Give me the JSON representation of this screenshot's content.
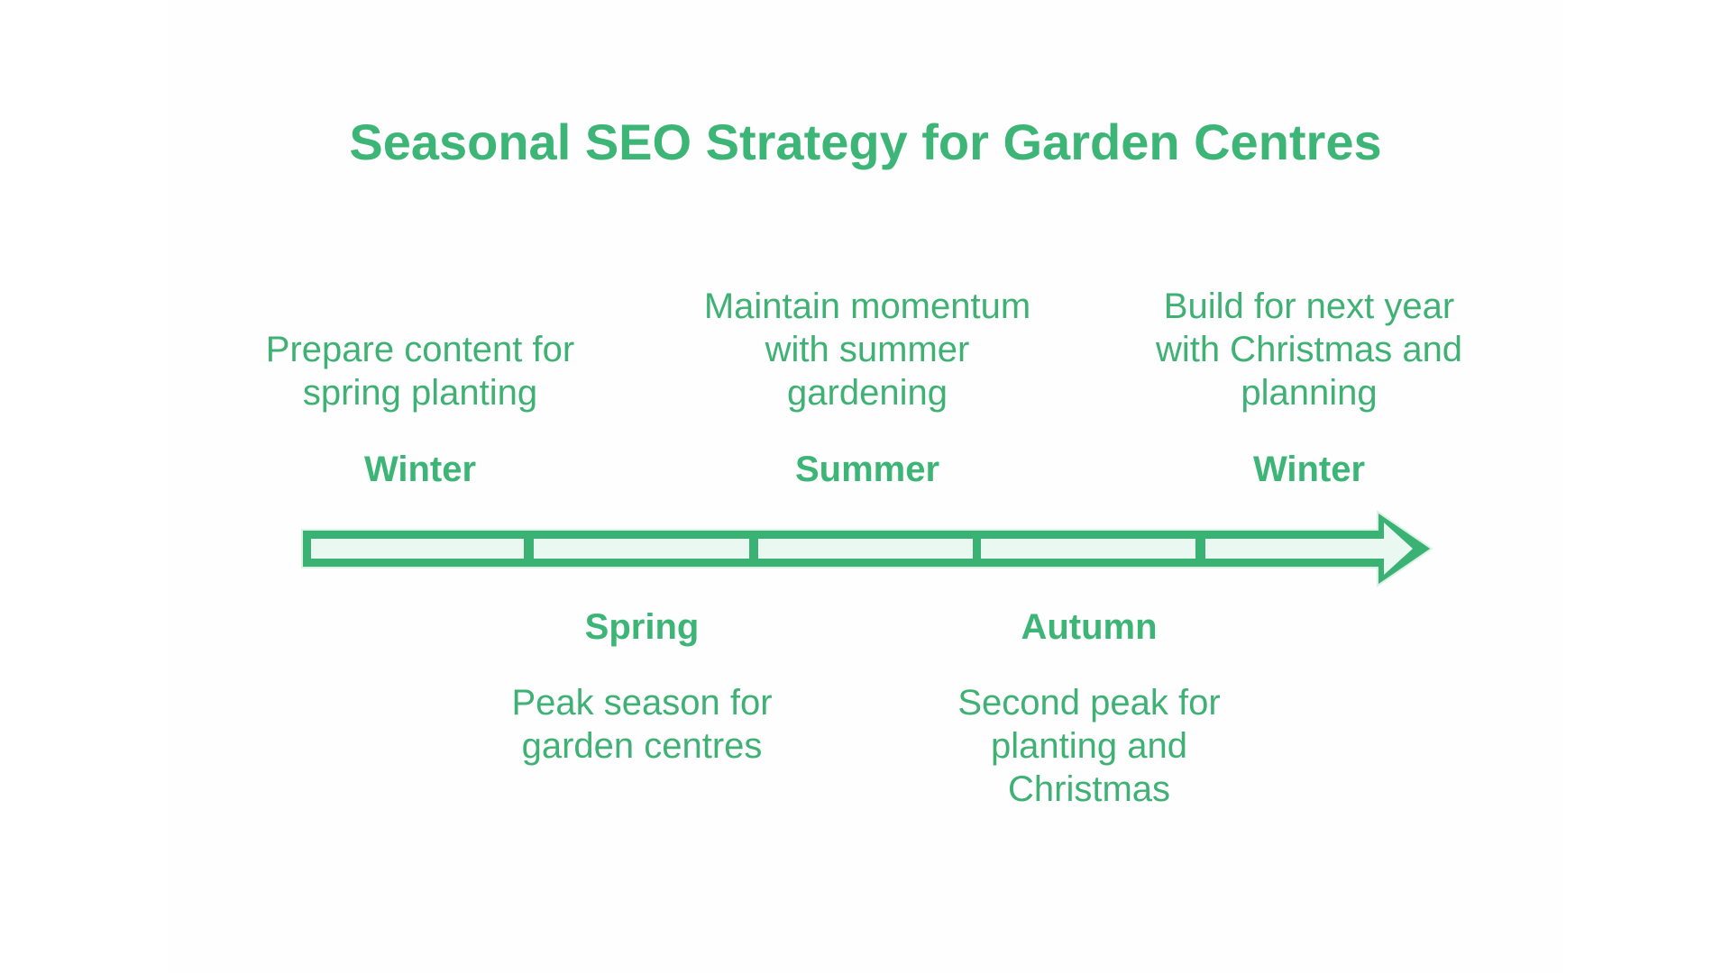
{
  "title": "Seasonal SEO Strategy for Garden Centres",
  "colors": {
    "text_green": "#3DB576",
    "arrow_outline_green": "#3AB273",
    "arrow_fill_mint": "#E9F8F0",
    "arrow_halo": "#DCF2E5",
    "background": "#FFFFFF"
  },
  "timeline": {
    "direction": "left-to-right",
    "segments_count": 5,
    "top": [
      {
        "season": "Winter",
        "description": "Prepare content for\nspring planting"
      },
      {
        "season": "Summer",
        "description": "Maintain momentum\nwith summer\ngardening"
      },
      {
        "season": "Winter",
        "description": "Build for next year\nwith Christmas and\nplanning"
      }
    ],
    "bottom": [
      {
        "season": "Spring",
        "description": "Peak season for\ngarden centres"
      },
      {
        "season": "Autumn",
        "description": "Second peak for\nplanting and\nChristmas"
      }
    ]
  }
}
